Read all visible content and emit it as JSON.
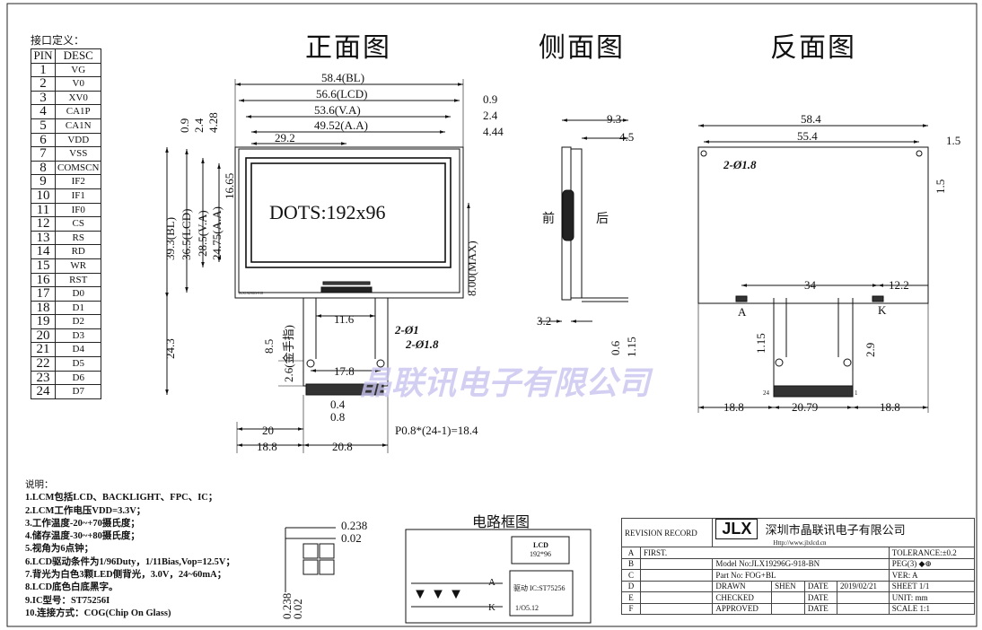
{
  "titles": {
    "front": "正面图",
    "side": "侧面图",
    "back": "反面图",
    "circuit": "电路框图"
  },
  "interface": {
    "title": "接口定义：",
    "header_pin": "PIN",
    "header_desc": "DESC",
    "pins": [
      {
        "n": "1",
        "d": "VG"
      },
      {
        "n": "2",
        "d": "V0"
      },
      {
        "n": "3",
        "d": "XV0"
      },
      {
        "n": "4",
        "d": "CA1P"
      },
      {
        "n": "5",
        "d": "CA1N"
      },
      {
        "n": "6",
        "d": "VDD"
      },
      {
        "n": "7",
        "d": "VSS"
      },
      {
        "n": "8",
        "d": "COMSCN"
      },
      {
        "n": "9",
        "d": "IF2"
      },
      {
        "n": "10",
        "d": "IF1"
      },
      {
        "n": "11",
        "d": "IF0"
      },
      {
        "n": "12",
        "d": "CS"
      },
      {
        "n": "13",
        "d": "RS"
      },
      {
        "n": "14",
        "d": "RD"
      },
      {
        "n": "15",
        "d": "WR"
      },
      {
        "n": "16",
        "d": "RST"
      },
      {
        "n": "17",
        "d": "D0"
      },
      {
        "n": "18",
        "d": "D1"
      },
      {
        "n": "19",
        "d": "D2"
      },
      {
        "n": "20",
        "d": "D3"
      },
      {
        "n": "21",
        "d": "D4"
      },
      {
        "n": "22",
        "d": "D5"
      },
      {
        "n": "23",
        "d": "D6"
      },
      {
        "n": "24",
        "d": "D7"
      }
    ]
  },
  "front_dims": {
    "bl": "58.4(BL)",
    "lcd": "56.6(LCD)",
    "va": "53.6(V.A)",
    "aa": "49.52(A.A)",
    "d292": "29.2",
    "r09": "0.9",
    "r24": "2.4",
    "r444": "4.44",
    "v09": "0.9",
    "v24": "2.4",
    "v428": "4.28",
    "v1665": "16.65",
    "h393": "39.3(BL)",
    "h365": "36.5(LCD)",
    "h285": "28.5(V.A)",
    "h2475": "24.75(A.A)",
    "h80": "8.00(MAX)",
    "h243": "24.3",
    "dots": "DOTS:192x96",
    "d116": "11.6",
    "d85": "8.5",
    "d26": "2.6(金手指)",
    "d178": "17.8",
    "hole1": "2-Ø1",
    "hole18": "2-Ø1.8",
    "d04": "0.4",
    "d08": "0.8",
    "d20": "20",
    "pitch": "P0.8*(24-1)=18.4",
    "d188": "18.8",
    "d208": "20.8",
    "fpc_text": "JLX19296G-918"
  },
  "side_dims": {
    "d93": "9.3",
    "d45": "4.5",
    "front": "前",
    "back": "后",
    "d32": "3.2",
    "d06": "0.6",
    "d115": "1.15"
  },
  "back_dims": {
    "w584": "58.4",
    "w554": "55.4",
    "r15": "1.5",
    "v15": "1.5",
    "hole": "2-Ø1.8",
    "d34": "34",
    "d122": "12.2",
    "a": "A",
    "k": "K",
    "v115": "1.15",
    "v29": "2.9",
    "d188": "18.8",
    "d2079": "20.79",
    "d188b": "18.8",
    "pin24": "24",
    "pin1": "1"
  },
  "dot_dims": {
    "d0238": "0.238",
    "d002": "0.02",
    "v0238": "0.238",
    "v002": "0.02"
  },
  "circuit": {
    "lcd": "LCD",
    "res": "192*96",
    "ic": "驱动 IC:ST75256",
    "a": "A",
    "k": "K",
    "fpc": "1/O5.12"
  },
  "notes": {
    "title": "说明：",
    "lines": [
      "1.LCM包括LCD、BACKLIGHT、FPC、IC；",
      "2.LCM工作电压VDD=3.3V；",
      "3.工作温度-20~+70摄氏度；",
      "4.储存温度-30~+80摄氏度；",
      "5.视角为6点钟；",
      "6.LCD驱动条件为1/96Duty，1/11Bias,Vop=12.5V；",
      "7.背光为白色3颗LED侧背光，3.0V，24~60mA；",
      "8.LCD底色白底黑字。",
      "9.IC型号：ST75256I",
      "10.连接方式：COG(Chip On Glass)"
    ]
  },
  "watermark": "晶联讯电子有限公司",
  "title_block": {
    "revision_record": "REVISION RECORD",
    "logo": "JLX",
    "company": "深圳市晶联讯电子有限公司",
    "url": "Http://www.jlxlcd.cn",
    "tolerance": "TOLERANCE:±0.2",
    "rows": [
      "A",
      "B",
      "C",
      "D",
      "E",
      "F"
    ],
    "first": "FIRST.",
    "model": "Model No:JLX19296G-918-BN",
    "part": "Part No: FOG+BL",
    "drawn": "DRAWN",
    "drawn_by": "SHEN",
    "date": "DATE",
    "date_val": "2019/02/21",
    "checked": "CHECKED",
    "approved": "APPROVED",
    "peg": "PEG(3)",
    "ver": "VER:",
    "ver_val": "A",
    "sheet": "SHEET",
    "sheet_val": "1/1",
    "unit": "UNIT:",
    "unit_val": "mm",
    "scale": "SCALE",
    "scale_val": "1:1"
  }
}
